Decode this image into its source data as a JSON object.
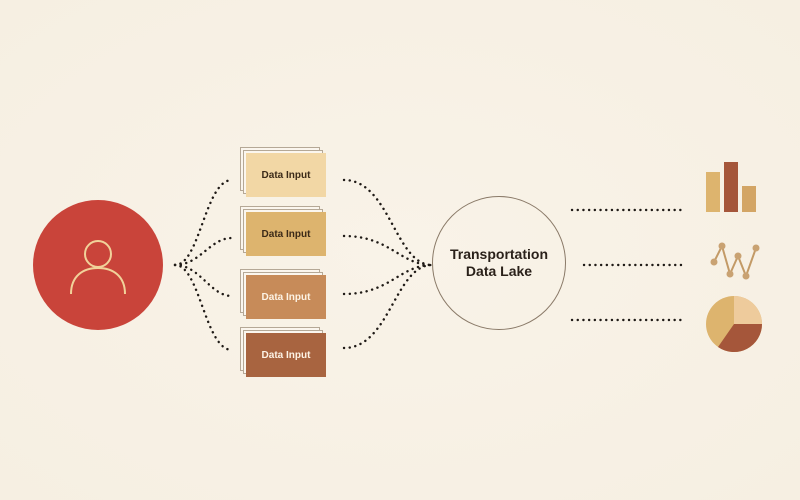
{
  "inputs": [
    {
      "label": "Data Input",
      "fill": "#f2d7a5",
      "text_color": "#3b2a18"
    },
    {
      "label": "Data Input",
      "fill": "#ddb46e",
      "text_color": "#3b2a18"
    },
    {
      "label": "Data Input",
      "fill": "#c78b59",
      "text_color": "#fdf3e5"
    },
    {
      "label": "Data Input",
      "fill": "#a86440",
      "text_color": "#fdf3e5"
    }
  ],
  "lake": {
    "title": "Transportation Data Lake"
  },
  "outputs": [
    {
      "icon": "bar-chart-icon"
    },
    {
      "icon": "line-chart-icon"
    },
    {
      "icon": "pie-chart-icon"
    }
  ],
  "colors": {
    "background": "#f8f1e5",
    "user": "#c9443a",
    "tan_light": "#ddb46e",
    "tan_mid": "#c78b59",
    "brown_dark": "#a5563a"
  }
}
